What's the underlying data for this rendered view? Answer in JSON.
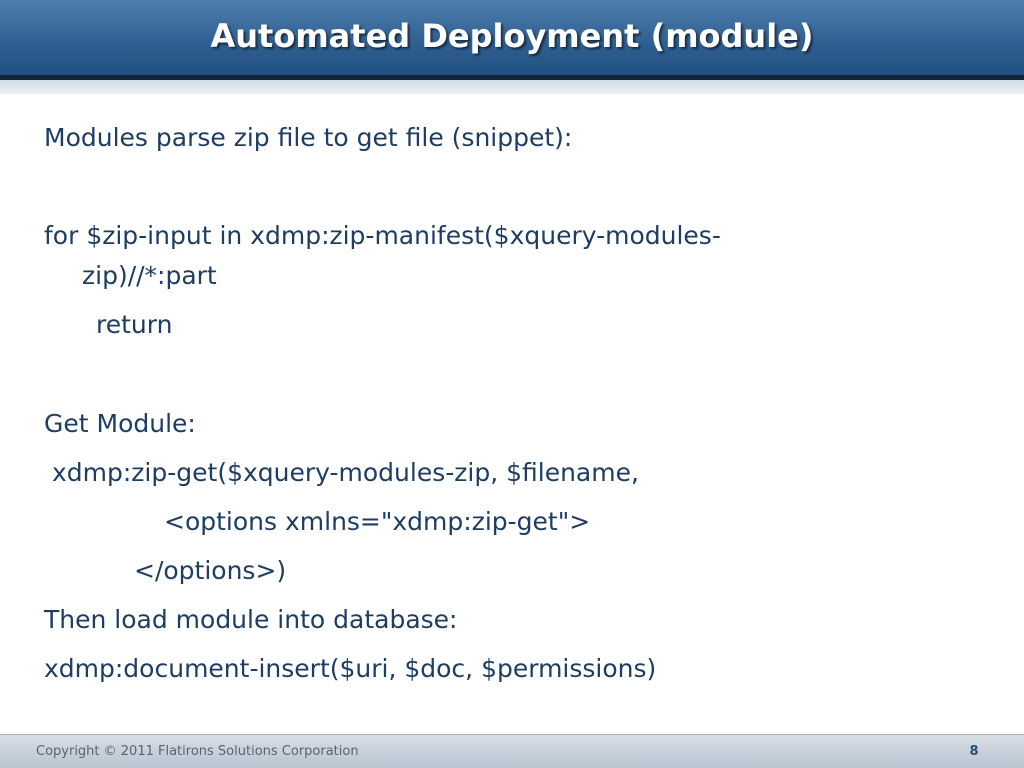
{
  "slide": {
    "title": "Automated Deployment (module)",
    "lines": [
      "Modules parse zip file to get file (snippet):",
      "for $zip-input in xdmp:zip-manifest($xquery-modules-",
      "zip)//*:part",
      "return",
      "Get Module:",
      "xdmp:zip-get($xquery-modules-zip, $filename,",
      "<options xmlns=\"xdmp:zip-get\">",
      "</options>)",
      "Then load module into database:",
      "xdmp:document-insert($uri, $doc, $permissions)"
    ]
  },
  "footer": {
    "copyright": "Copyright © 2011 Flatirons Solutions Corporation",
    "page_number": "8"
  },
  "colors": {
    "title_bar": "#2f5f91",
    "body_text": "#1e3d62",
    "footer_bar": "#c5ced8"
  }
}
